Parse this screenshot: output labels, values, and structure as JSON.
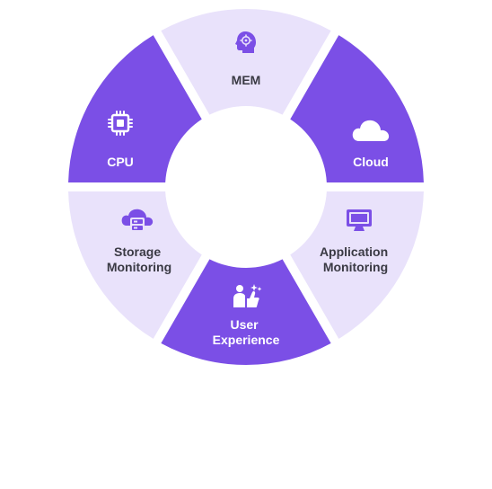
{
  "colors": {
    "dark": "#7B4FE6",
    "light": "#E9E2FB",
    "text_on_dark": "#FFFFFF",
    "text_on_light": "#3A3A44",
    "icon_on_light": "#7B4FE6",
    "background": "#FFFFFF"
  },
  "segments": [
    {
      "id": "mem",
      "label_lines": [
        "MEM"
      ],
      "icon": "brain-gear-icon",
      "variant": "light"
    },
    {
      "id": "cloud",
      "label_lines": [
        "Cloud"
      ],
      "icon": "cloud-icon",
      "variant": "dark"
    },
    {
      "id": "application-monitoring",
      "label_lines": [
        "Application",
        "Monitoring"
      ],
      "icon": "monitor-icon",
      "variant": "light"
    },
    {
      "id": "user-experience",
      "label_lines": [
        "User",
        "Experience"
      ],
      "icon": "user-thumbs-up-icon",
      "variant": "dark"
    },
    {
      "id": "storage-monitoring",
      "label_lines": [
        "Storage",
        "Monitoring"
      ],
      "icon": "cloud-server-icon",
      "variant": "light"
    },
    {
      "id": "cpu",
      "label_lines": [
        "CPU"
      ],
      "icon": "cpu-chip-icon",
      "variant": "dark"
    }
  ]
}
